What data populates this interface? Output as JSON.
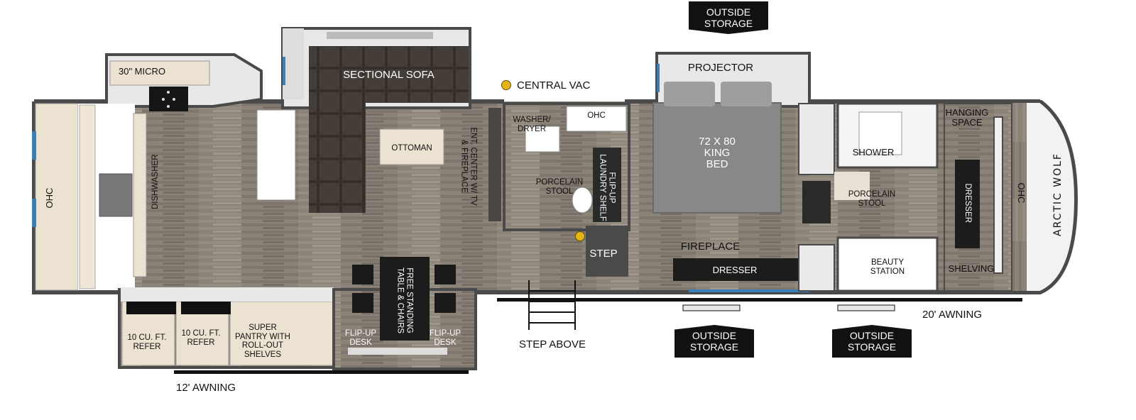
{
  "floorplan": {
    "brand_text": "ARCTIC WOLF",
    "colors": {
      "floor": "#8b8278",
      "wall": "#4a4a4a",
      "sofa": "#3b3531",
      "bed": "#8a8a8a",
      "cabinet": "#ebe2d2",
      "badge": "#111111",
      "vac_dot": "#e5b516"
    },
    "labels": {
      "outside_storage_top": "OUTSIDE\nSTORAGE",
      "outside_storage_bottom_1": "OUTSIDE\nSTORAGE",
      "outside_storage_bottom_2": "OUTSIDE\nSTORAGE",
      "micro": "30\" MICRO",
      "sectional_sofa": "SECTIONAL SOFA",
      "central_vac": "CENTRAL VAC",
      "projector": "PROJECTOR",
      "hanging_space": "HANGING\nSPACE",
      "washer_dryer": "WASHER/\nDRYER",
      "ohc_laundry": "OHC",
      "ottoman": "OTTOMAN",
      "ent_center": "ENT. CENTER W/ TV\n& FIREPLACE",
      "king_bed": "72 X 80\nKING\nBED",
      "shower": "SHOWER",
      "porcelain_stool_1": "PORCELAIN\nSTOOL",
      "porcelain_stool_2": "PORCELAIN\nSTOOL",
      "flip_up_laundry_shelf": "FLIP-UP\nLAUNDRY SHELF",
      "dresser_front": "DRESSER",
      "ohc_front": "OHC",
      "ohc_rear": "OHC",
      "dishwasher": "DISHWASHER",
      "step": "STEP",
      "fireplace": "FIREPLACE",
      "dresser_bedroom": "DRESSER",
      "beauty_station": "BEAUTY\nSTATION",
      "shelving": "SHELVING",
      "free_standing_table": "FREE STANDING\nTABLE & CHAIRS",
      "twenty_awning": "20' AWNING",
      "refer_1": "10 CU. FT.\nREFER",
      "refer_2": "10 CU. FT.\nREFER",
      "super_pantry": "SUPER\nPANTRY WITH\nROLL-OUT\nSHELVES",
      "flip_up_desk_1": "FLIP-UP\nDESK",
      "flip_up_desk_2": "FLIP-UP\nDESK",
      "step_above": "STEP ABOVE",
      "twelve_awning": "12' AWNING"
    }
  }
}
